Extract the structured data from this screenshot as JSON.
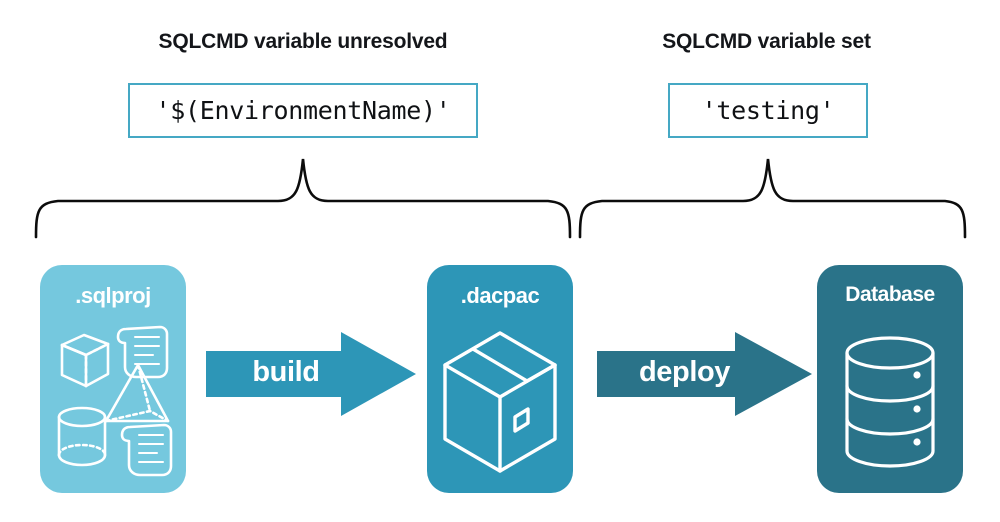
{
  "headings": {
    "left": "SQLCMD variable unresolved",
    "right": "SQLCMD variable set"
  },
  "values": {
    "left": "'$(EnvironmentName)'",
    "right": "'testing'"
  },
  "cards": [
    {
      "id": "sqlproj",
      "title": ".sqlproj",
      "color": "#75C8DE",
      "icons": [
        "cube-icon",
        "pyramid-icon",
        "cylinder-icon",
        "script-scroll-icon",
        "script-scroll-icon"
      ]
    },
    {
      "id": "dacpac",
      "title": ".dacpac",
      "color": "#2D96B7",
      "icons": [
        "package-box-icon"
      ]
    },
    {
      "id": "database",
      "title": "Database",
      "color": "#2A7389",
      "icons": [
        "database-cylinder-icon"
      ]
    }
  ],
  "arrows": [
    {
      "id": "build",
      "label": "build",
      "color": "#2D96B7"
    },
    {
      "id": "deploy",
      "label": "deploy",
      "color": "#2A7389"
    }
  ],
  "braces": [
    {
      "id": "left-brace",
      "spans": "sqlproj-to-dacpac"
    },
    {
      "id": "right-brace",
      "spans": "dacpac-to-database"
    }
  ],
  "colors": {
    "light_blue": "#75C8DE",
    "mid_teal": "#2D96B7",
    "dark_teal": "#2A7389",
    "box_border": "#45A8C4",
    "text": "#14161a",
    "background": "#ffffff"
  }
}
